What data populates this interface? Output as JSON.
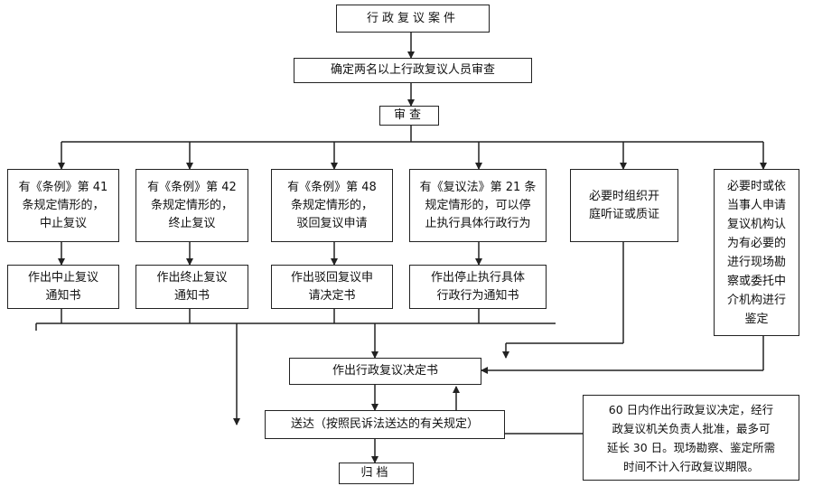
{
  "nodes": {
    "case": "行政复议案件",
    "review_staff": "确定两名以上行政复议人员审查",
    "review": "审查",
    "b1": "有《条例》第 41\n条规定情形的，\n中止复议",
    "b2": "有《条例》第 42\n条规定情形的，\n终止复议",
    "b3": "有《条例》第 48\n条规定情形的，\n驳回复议申请",
    "b4": "有《复议法》第 21 条\n规定情形的，可以停\n止执行具体行政行为",
    "b5": "必要时组织开\n庭听证或质证",
    "b6": "必要时或依\n当事人申请\n复议机构认\n为有必要的\n进行现场勘\n察或委托中\n介机构进行\n鉴定",
    "n1": "作出中止复议\n通知书",
    "n2": "作出终止复议\n通知书",
    "n3": "作出驳回复议申\n请决定书",
    "n4": "作出停止执行具体\n行政行为通知书",
    "decision": "作出行政复议决定书",
    "delivery": "送达（按照民诉法送达的有关规定）",
    "archive": "归档",
    "time_limit": "60 日内作出行政复议决定，经行\n政复议机关负责人批准，最多可\n延长 30 日。现场勘察、鉴定所需\n时间不计入行政复议期限。"
  }
}
